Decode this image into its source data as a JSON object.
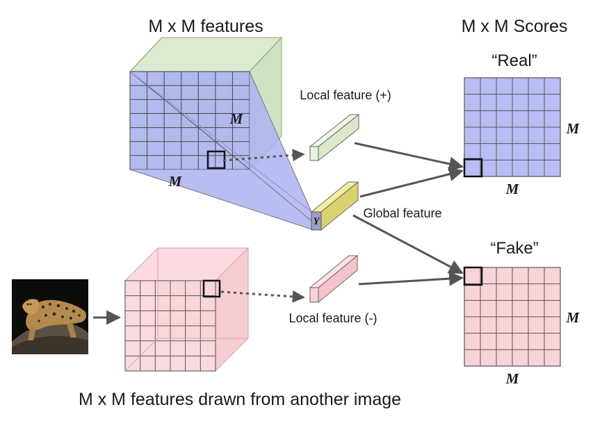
{
  "labels": {
    "top_features": "M x M features",
    "top_scores": "M x M Scores",
    "real": "“Real”",
    "fake": "“Fake”",
    "local_pos": "Local feature (+)",
    "local_neg": "Local feature (-)",
    "global": "Global feature",
    "bottom_features": "M x M features drawn from another image",
    "m": "M",
    "y": "Y"
  },
  "colors": {
    "real_blue": "#b9bdf3",
    "fake_pink": "#f9d3d8",
    "local_green": "#e7f2dc",
    "global_yellow": "#e4de7c",
    "cone_blue": "#aeb2f1",
    "arrow": "#555555"
  },
  "icons": {
    "source_image": "leopard-photo"
  }
}
